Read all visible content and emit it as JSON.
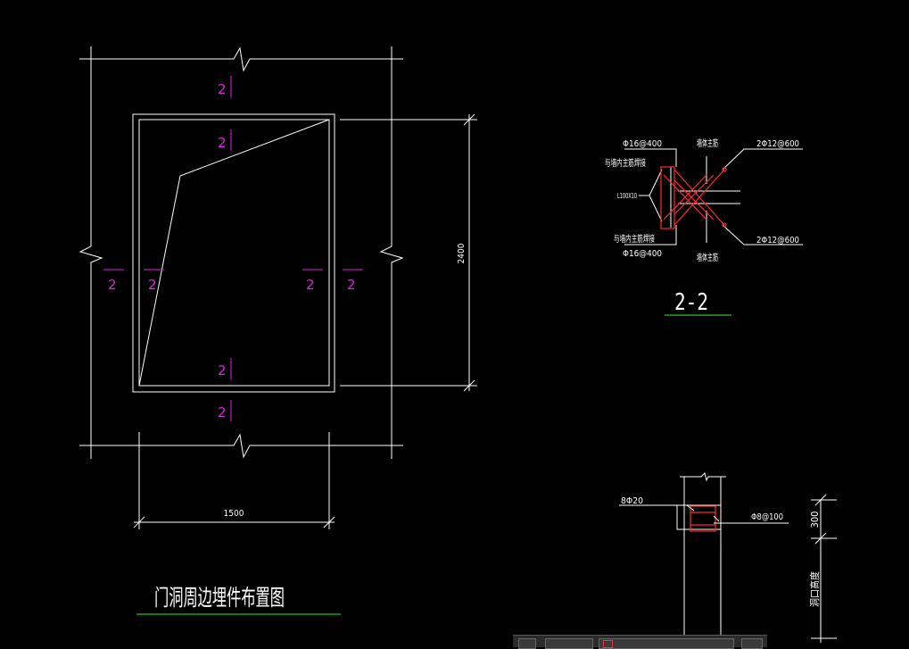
{
  "door_plan": {
    "title": "门洞周边埋件布置图",
    "width_dim": "1500",
    "height_dim": "2400",
    "section_mark": "2"
  },
  "section_2_2": {
    "title": "2-2",
    "label_top_left_spacing": "Φ16@400",
    "label_top_left_desc": "与墙内主筋焊接",
    "label_top_mid": "墙体主筋",
    "label_top_right": "2Φ12@600",
    "label_mid_left": "L100X10",
    "label_bot_left_desc": "与墙内主筋焊接",
    "label_bot_left_spacing": "Φ16@400",
    "label_bot_mid": "墙体主筋",
    "label_bot_right": "2Φ12@600"
  },
  "lintel_detail": {
    "label_bars": "8Φ20",
    "label_stirrup": "Φ8@100",
    "dim_300": "300",
    "dim_opening": "洞口高度"
  },
  "colors": {
    "background": "#000000",
    "lines": "#ffffff",
    "section_marks": "#e021e0",
    "embed_parts": "#ff2a2a",
    "title_underline": "#22c022"
  }
}
